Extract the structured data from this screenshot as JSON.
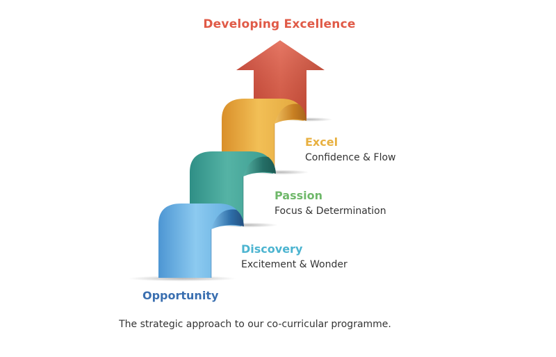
{
  "title": "Developing Excellence",
  "stages": [
    {
      "name": "Excel",
      "description": "Confidence & Flow",
      "color": "#e8b040"
    },
    {
      "name": "Passion",
      "description": "Focus & Determination",
      "color": "#6fb86a"
    },
    {
      "name": "Discovery",
      "description": "Excitement & Wonder",
      "color": "#4cb4d0"
    }
  ],
  "base": {
    "name": "Opportunity",
    "color": "#3a6fb0"
  },
  "caption": "The strategic approach to our co-curricular programme.",
  "colors": {
    "arrow": "#d9523e",
    "ribbon_excel": "#e3a63c",
    "ribbon_passion": "#3fa598",
    "ribbon_discovery": "#5aa7dc"
  }
}
